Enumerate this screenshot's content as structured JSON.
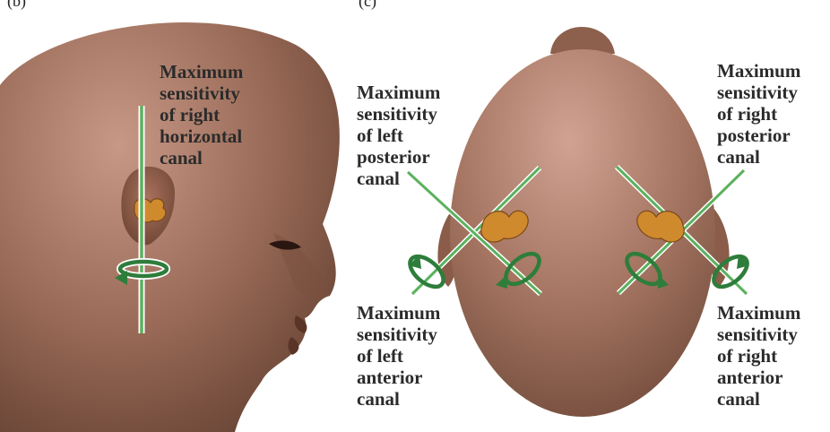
{
  "panels": {
    "b": {
      "letter": "(b)"
    },
    "c": {
      "letter": "(c)"
    }
  },
  "labels": {
    "right_horizontal": [
      "Maximum",
      "sensitivity",
      "of right",
      "horizontal",
      "canal"
    ],
    "left_posterior": [
      "Maximum",
      "sensitivity",
      "of left",
      "posterior",
      "canal"
    ],
    "right_posterior": [
      "Maximum",
      "sensitivity",
      "of right",
      "posterior",
      "canal"
    ],
    "left_anterior": [
      "Maximum",
      "sensitivity",
      "of left",
      "anterior",
      "canal"
    ],
    "right_anterior": [
      "Maximum",
      "sensitivity",
      "of right",
      "anterior",
      "canal"
    ]
  },
  "colors": {
    "skin": "#9a6b58",
    "skin_light": "#c89886",
    "skin_dark": "#6a4536",
    "axis_line": "#5bb15e",
    "rotation_arrow": "#2e7d3b",
    "canal": "#d08a2e",
    "text": "#2b2b2b"
  }
}
